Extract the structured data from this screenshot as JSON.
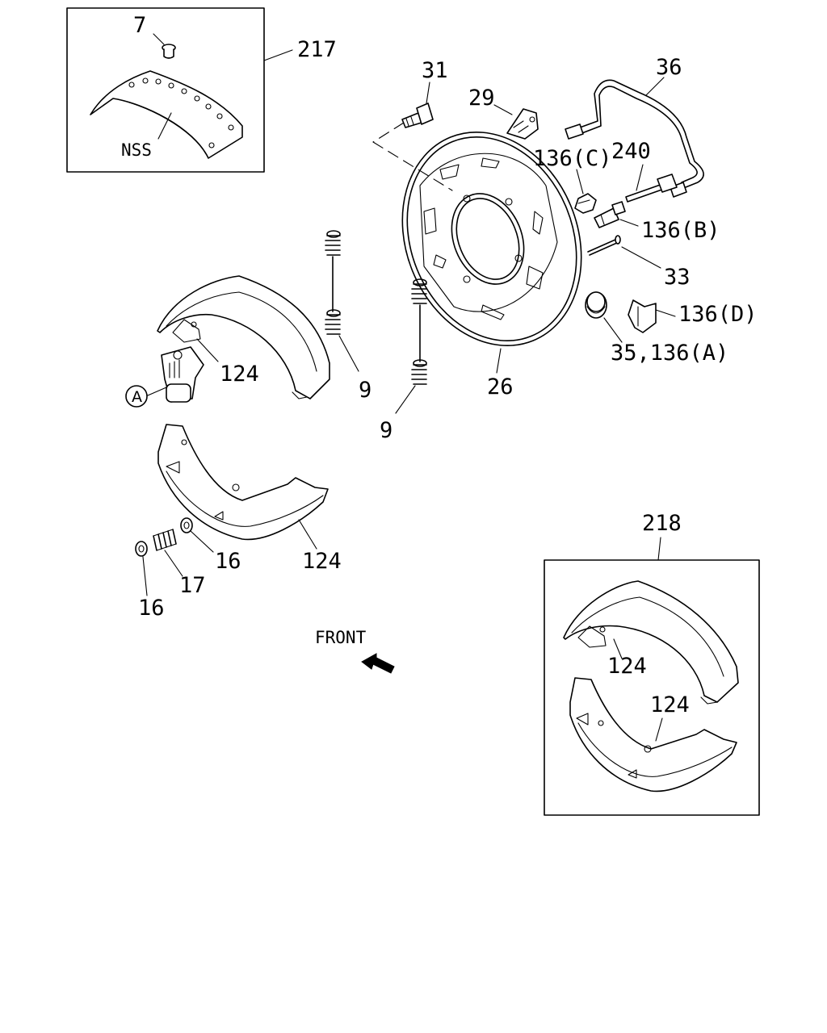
{
  "diagram": {
    "kit_217": {
      "ref": "217",
      "items": {
        "rivet": "7",
        "lining": "NSS"
      }
    },
    "kit_218": {
      "ref": "218",
      "shoe_upper": "124",
      "shoe_lower": "124"
    },
    "parts": {
      "bolt": "31",
      "bracket": "29",
      "brake_pipe": "36",
      "plug_c": "136(C)",
      "bleeder_240": "240",
      "bleeder_b": "136(B)",
      "pin": "33",
      "clip_d": "136(D)",
      "cap_a": "35,136(A)",
      "backing_plate": "26",
      "spring_upper": "9",
      "spring_lower": "9",
      "shoe_upper": "124",
      "shoe_lower": "124",
      "washer_right": "16",
      "spring_adjuster": "17",
      "washer_left": "16"
    },
    "callout_a": "A",
    "front_label": "FRONT"
  }
}
